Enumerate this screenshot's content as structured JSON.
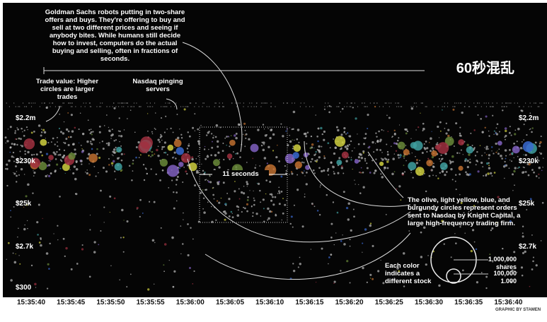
{
  "title": "60秒混乱",
  "annotations": {
    "goldman": "Goldman Sachs robots putting in two-share offers and buys. They're offering to buy and sell at two different prices and seeing if anybody bites. While humans still decide how to invest, computers do the actual buying and selling, often in fractions of seconds.",
    "trade_value": "Trade value: Higher circles are larger trades",
    "nasdaq": "Nasdaq pinging servers",
    "eleven": "11 seconds",
    "knight": "The olive, light yellow, blue, and burgundy circles represent orders sent to Nasdaq by Knight Capital, a large high-frequency trading firm.",
    "color": "Each color indicates a different stock",
    "size_1m": "1,000,000 shares",
    "size_100k": "100,000",
    "size_1k": "1,000",
    "credit": "GRAPHIC BY STAMEN"
  },
  "chart_data": {
    "type": "scatter",
    "title": "60秒混乱",
    "xlabel": "",
    "ylabel": "Trade value",
    "x_ticks": [
      "15:35:40",
      "15:35:45",
      "15:35:50",
      "15:35:55",
      "15:36:00",
      "15:36:05",
      "15:36:10",
      "15:36:15",
      "15:36:20",
      "15:36:25",
      "15:36:30",
      "15:36:35",
      "15:36:40"
    ],
    "y_ticks_left": [
      "$2.2m",
      "$230k",
      "$25k",
      "$2.7k",
      "$300"
    ],
    "y_ticks_right": [
      "$2.2m",
      "$230k",
      "$25k",
      "$2.7k"
    ],
    "size_legend": [
      "1,000,000",
      "100,000",
      "1,000"
    ],
    "knight_colors": {
      "olive": "#7a9a3a",
      "light_yellow": "#e8e85a",
      "blue": "#3a6ad0",
      "burgundy": "#8a2a3a"
    }
  }
}
